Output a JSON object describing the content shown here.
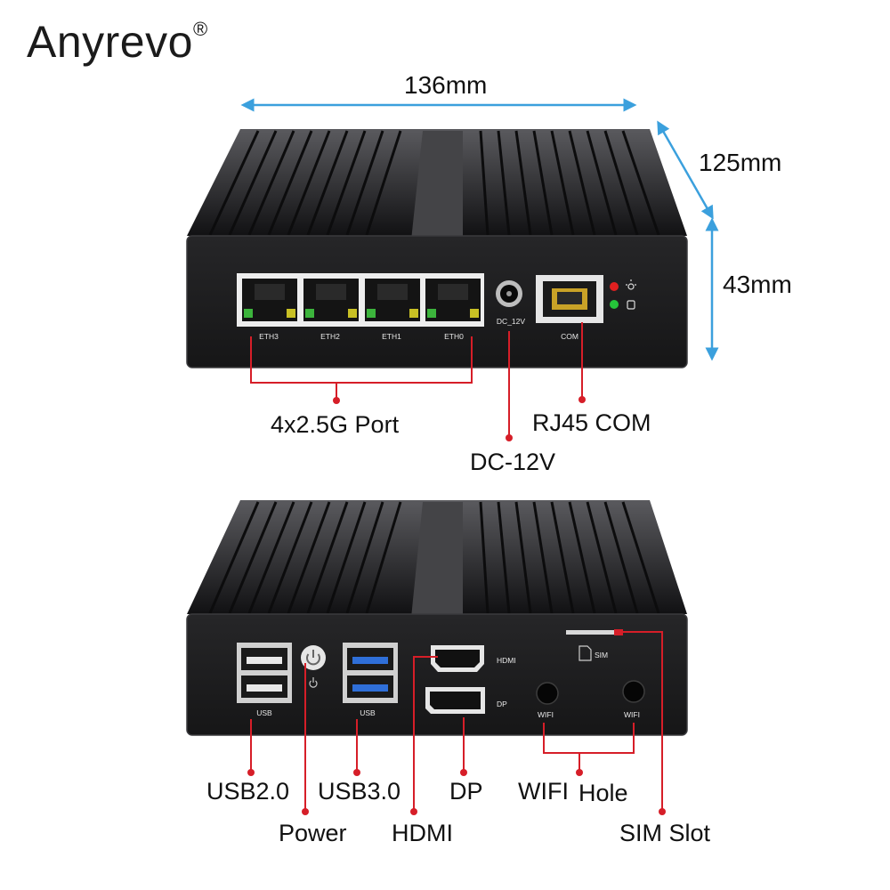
{
  "brand": {
    "name": "Anyrevo",
    "mark": "®"
  },
  "dimensions": {
    "width": "136mm",
    "depth": "125mm",
    "height": "43mm"
  },
  "front_panel": {
    "ports": [
      "ETH3",
      "ETH2",
      "ETH1",
      "ETH0"
    ],
    "dc_label": "DC_12V",
    "com_label": "COM",
    "callouts": {
      "lan": "4x2.5G Port",
      "dc": "DC-12V",
      "com": "RJ45 COM"
    }
  },
  "rear_panel": {
    "labels": {
      "usb_a": "USB",
      "usb_b": "USB",
      "hdmi": "HDMI",
      "dp": "DP",
      "sim": "SIM",
      "wifi_a": "WIFI",
      "wifi_b": "WIFI"
    },
    "callouts": {
      "usb2": "USB2.0",
      "power": "Power",
      "usb3": "USB3.0",
      "hdmi": "HDMI",
      "dp": "DP",
      "wifi_a": "WIFI",
      "wifi_b": "Hole",
      "sim": "SIM Slot"
    }
  },
  "colors": {
    "leader": "#d61e28",
    "dimension_arrow": "#3ba0dd",
    "chassis": "#1d1d1f",
    "led_red": "#e02020",
    "led_green": "#25c43a"
  }
}
